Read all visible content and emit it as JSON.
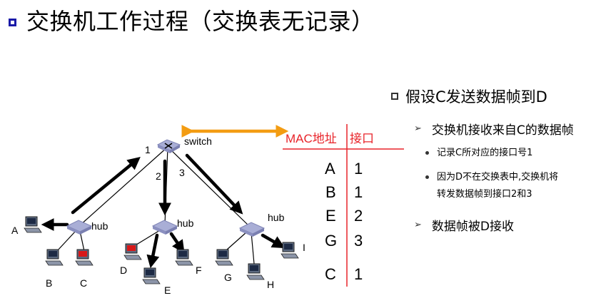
{
  "title": "交换机工作过程（交换表无记录）",
  "switch_label": "switch",
  "hub_label": "hub",
  "port_labels": [
    "1",
    "2",
    "3"
  ],
  "hosts": [
    "A",
    "B",
    "C",
    "D",
    "E",
    "F",
    "G",
    "H",
    "I"
  ],
  "table": {
    "headers": [
      "MAC地址",
      "接口"
    ],
    "rows": [
      {
        "mac": "A",
        "port": "1"
      },
      {
        "mac": "B",
        "port": "1"
      },
      {
        "mac": "E",
        "port": "2"
      },
      {
        "mac": "G",
        "port": "3"
      },
      {
        "mac": "C",
        "port": "1"
      }
    ]
  },
  "bullets": {
    "main": "假设C发送数据帧到D",
    "sub1": "交换机接收来自C的数据帧",
    "sub1_items": [
      "记录C所对应的接口号1",
      [
        "因为D不在交换表中,交换机将",
        "转发数据帧到接口2和3"
      ]
    ],
    "sub2": "数据帧被D接收"
  },
  "colors": {
    "title_bullet": "#1a1aa8",
    "table_header": "#e8242a",
    "table_rule": "#e8242a",
    "orange_arrow": "#f39c12",
    "device": "#a9aed6",
    "sender_screen": "#d81818"
  }
}
